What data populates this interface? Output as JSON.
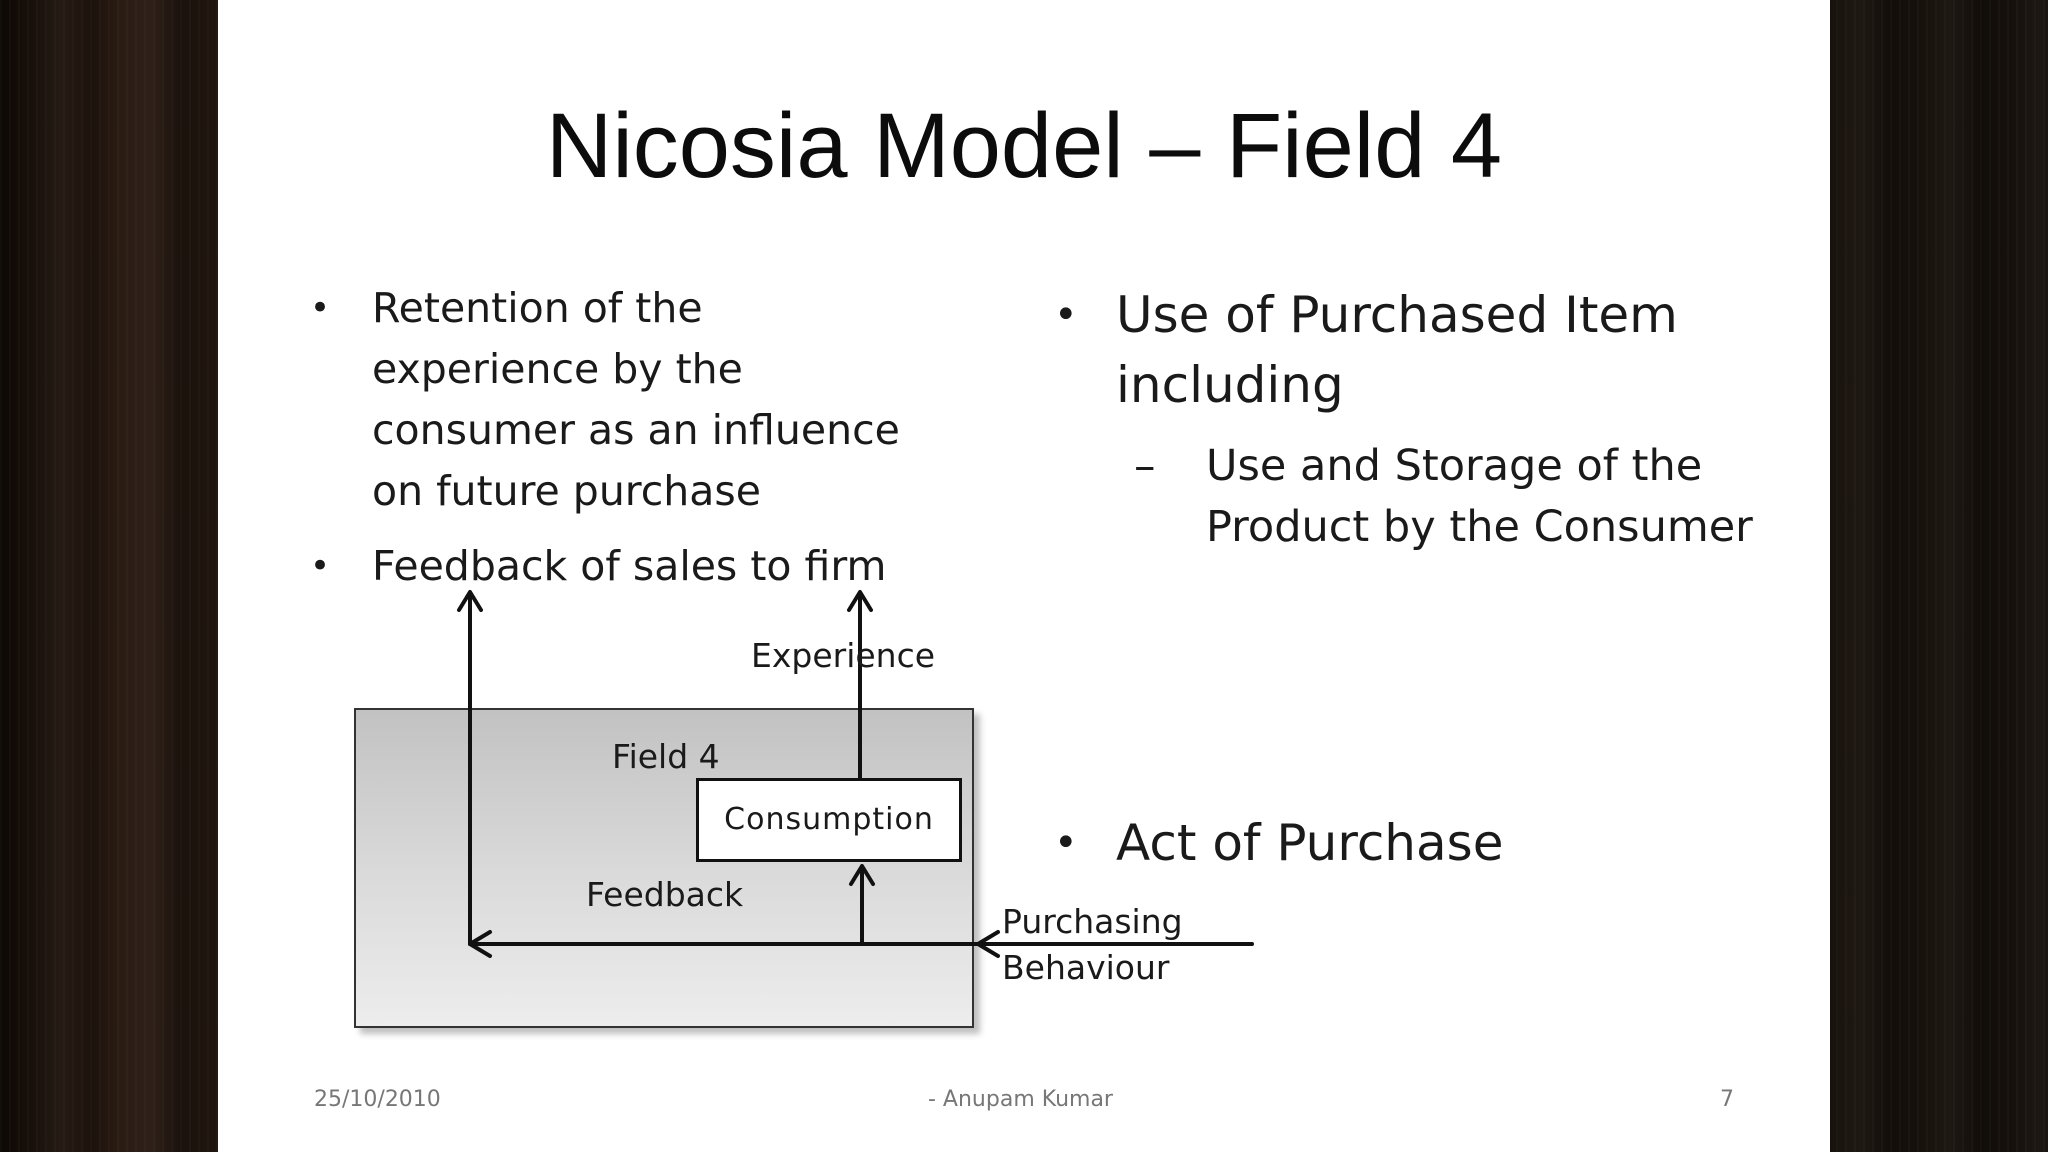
{
  "slide": {
    "title": "Nicosia Model – Field 4",
    "left_bullets": [
      {
        "bullet": "•",
        "text": "Retention of the experience by the consumer as an influence on future purchase"
      },
      {
        "bullet": "•",
        "text": "Feedback of sales to firm"
      }
    ],
    "right_bullets": [
      {
        "bullet": "•",
        "text": "Use of Purchased Item including"
      }
    ],
    "sub_item": {
      "dash": "–",
      "text": "Use and Storage of the Product by the Consumer"
    },
    "act_item": {
      "bullet": "•",
      "text": "Act of Purchase"
    },
    "diagram": {
      "experience_label": "Experience",
      "field_label": "Field 4",
      "consumption_label": "Consumption",
      "feedback_label": "Feedback",
      "purchasing_label_1": "Purchasing",
      "purchasing_label_2": "Behaviour"
    },
    "footer": {
      "date": "25/10/2010",
      "author": "- Anupam Kumar",
      "page": "7"
    }
  }
}
